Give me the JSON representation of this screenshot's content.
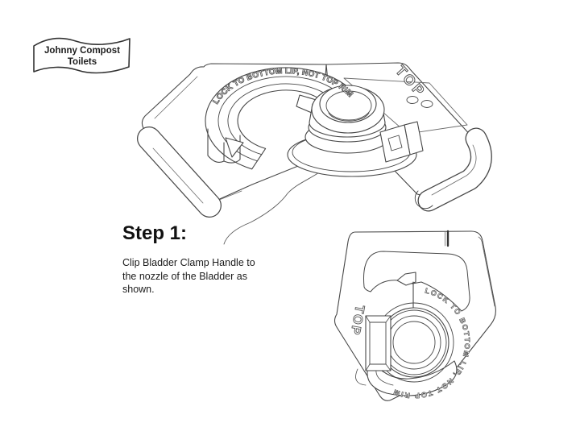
{
  "document": {
    "background": "#ffffff",
    "line_color": "#474747"
  },
  "logo": {
    "line1": "Johnny Compost",
    "line2": "Toilets"
  },
  "step": {
    "heading": "Step 1:",
    "instruction_line1": "Clip Bladder Clamp Handle to",
    "instruction_line2": "the nozzle of the Bladder as",
    "instruction_line3": "shown."
  },
  "main_figure": {
    "curved_label": "LOCK TO BOTTOM LIP, NOT TOP RIM",
    "top_label": "TOP"
  },
  "detail_figure": {
    "curved_label": "LOCK TO BOTTOM LIP, NOT TOP RIM",
    "top_label": "TOP"
  }
}
